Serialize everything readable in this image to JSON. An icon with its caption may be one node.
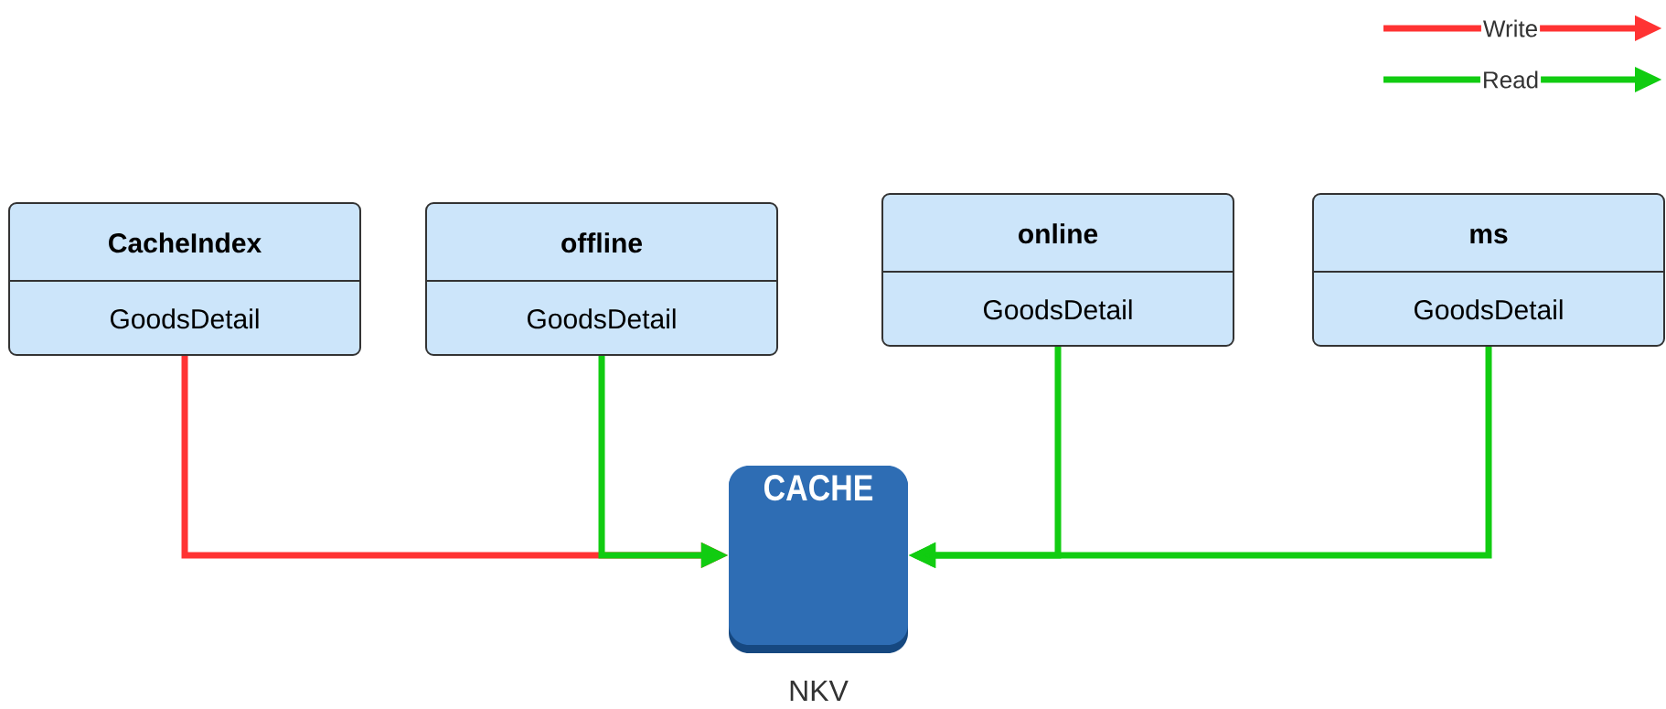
{
  "diagram": {
    "nodes": [
      {
        "text": [
          "CacheIndex",
          "GoodsDetail"
        ]
      },
      {
        "text": [
          "offline",
          "GoodsDetail"
        ]
      },
      {
        "text": [
          "online",
          "GoodsDetail"
        ]
      },
      {
        "text": [
          "ms",
          "GoodsDetail"
        ]
      },
      {
        "text": [
          "CACHE"
        ],
        "beside": [
          "NKV"
        ]
      }
    ],
    "edges": [
      {
        "from": 0,
        "to": 4,
        "arrow": "to",
        "color": "#ff3333"
      },
      {
        "from": 1,
        "to": 4,
        "arrow": "to"
      },
      {
        "from": 2,
        "to": 4,
        "arrow": "to"
      },
      {
        "from": 3,
        "to": 4,
        "arrow": "to"
      }
    ],
    "legend": [
      {
        "text": "Write"
      },
      {
        "text": "Read"
      }
    ]
  }
}
